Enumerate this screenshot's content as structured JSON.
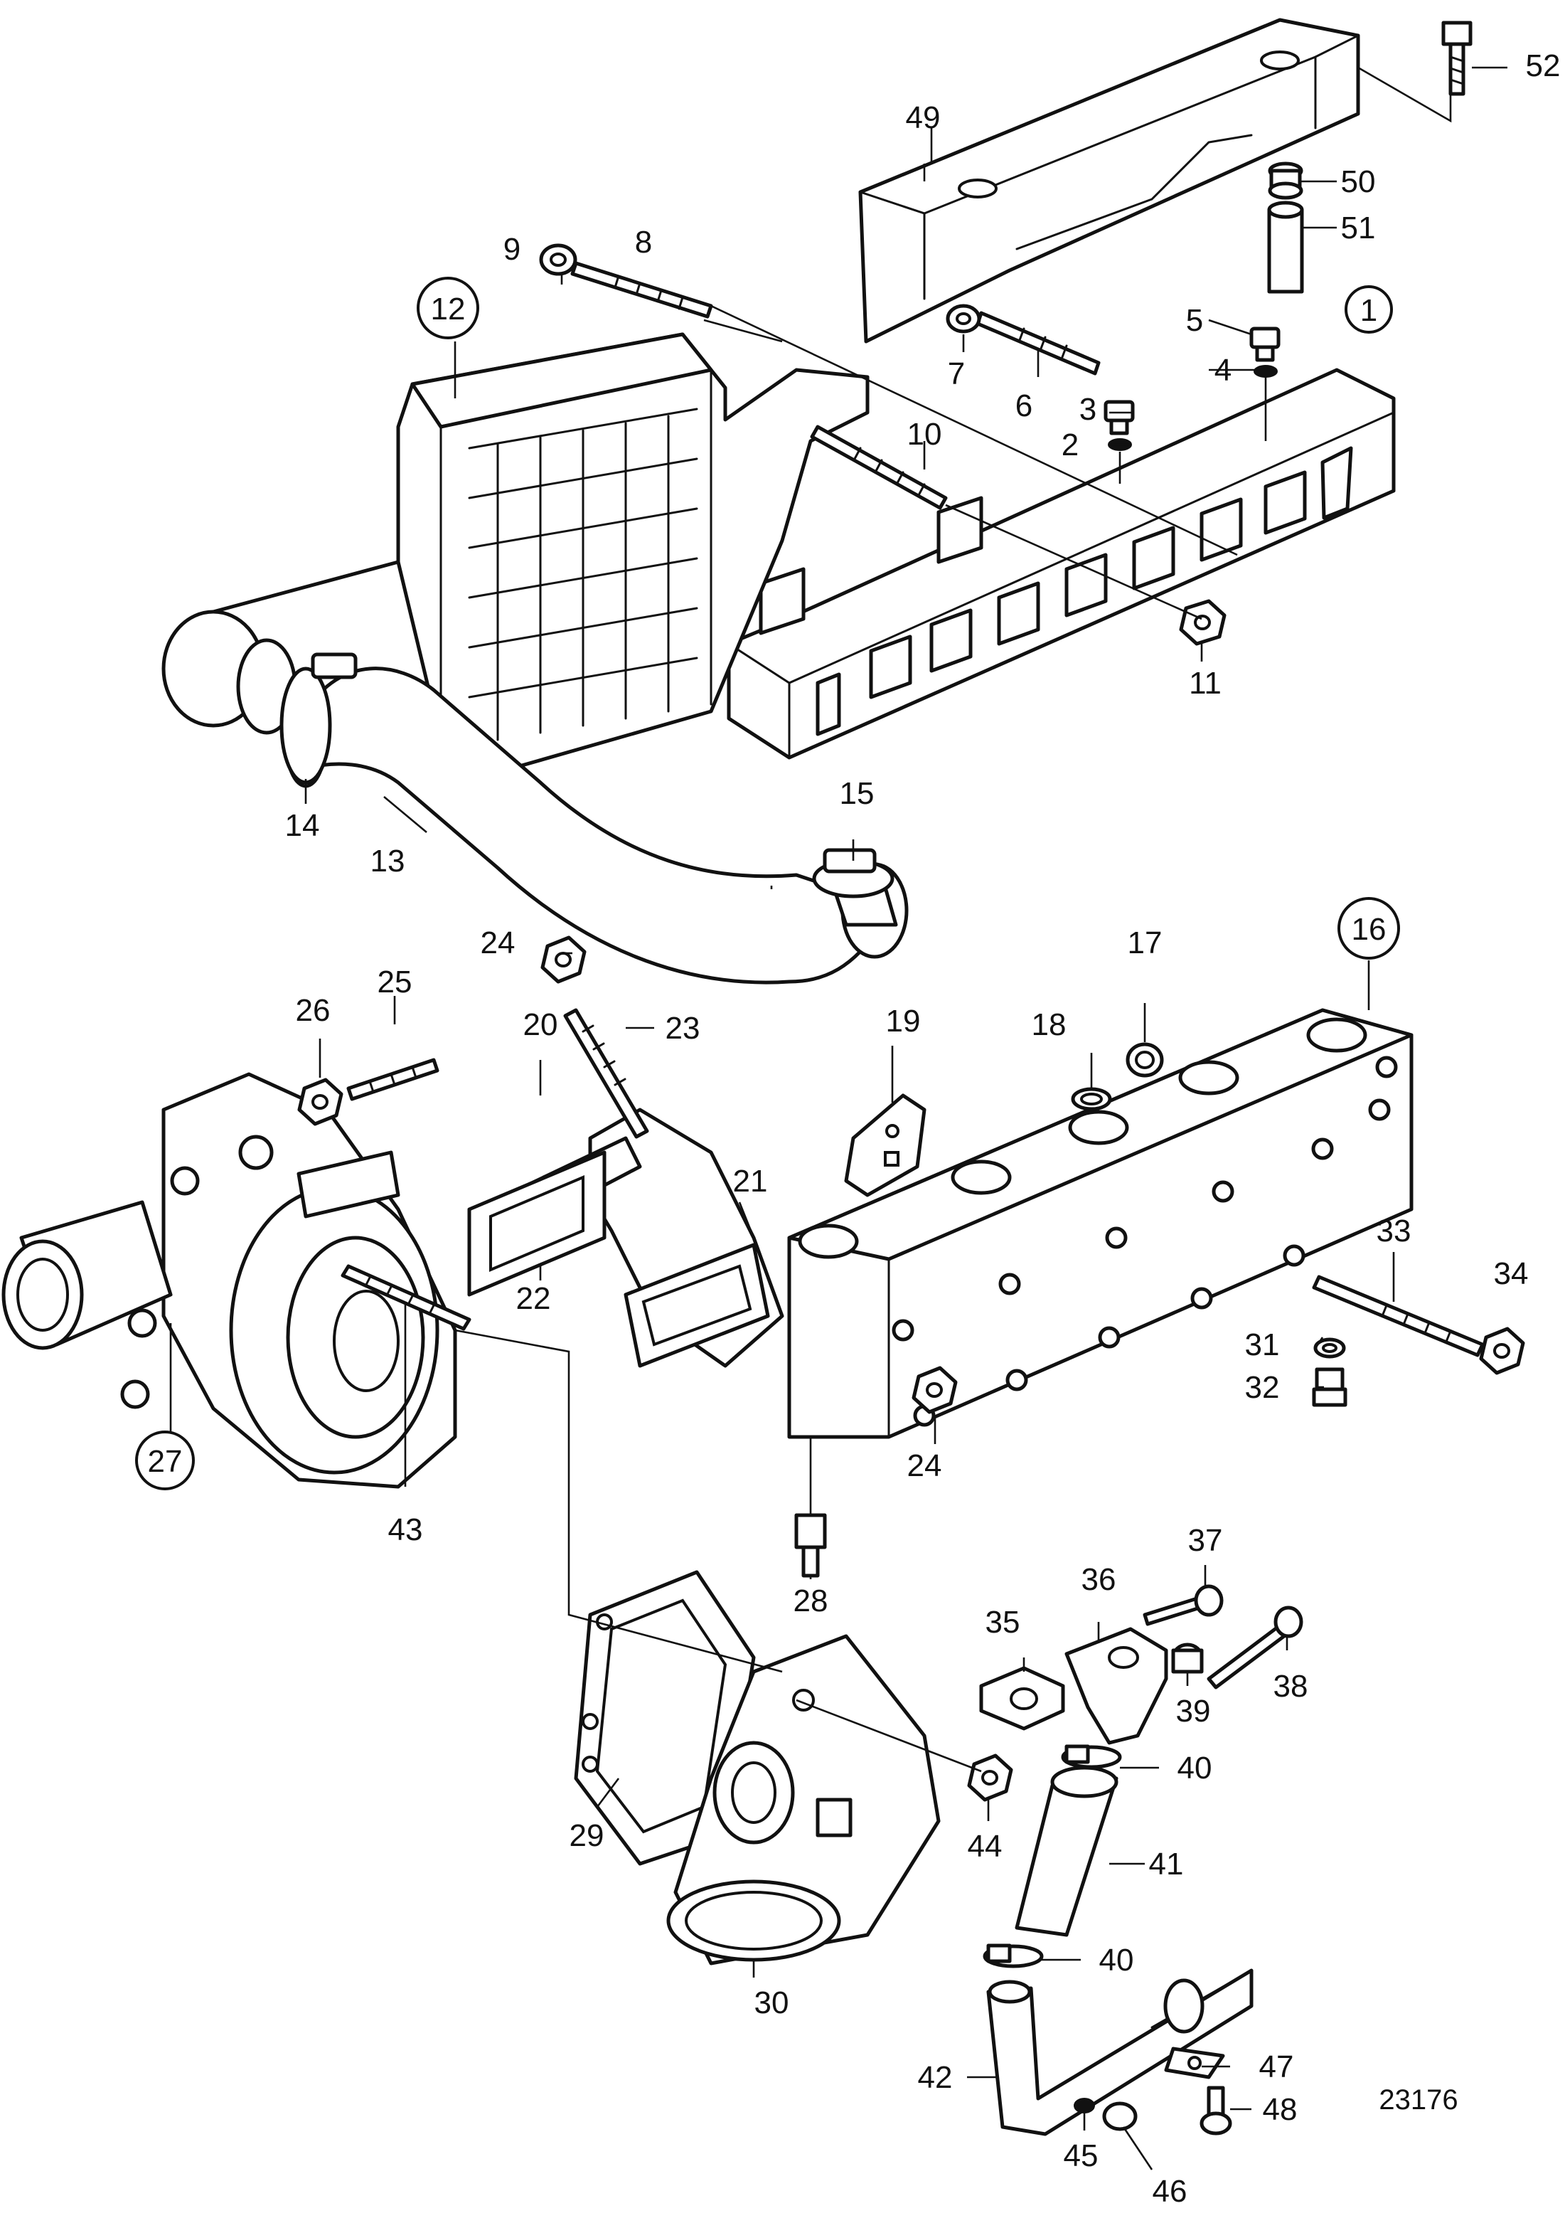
{
  "diagram": {
    "reference_number": "23176",
    "callouts": [
      {
        "id": "c1",
        "label": "1",
        "circled": true
      },
      {
        "id": "c2",
        "label": "2",
        "circled": false
      },
      {
        "id": "c3",
        "label": "3",
        "circled": false
      },
      {
        "id": "c4",
        "label": "4",
        "circled": false
      },
      {
        "id": "c5",
        "label": "5",
        "circled": false
      },
      {
        "id": "c6",
        "label": "6",
        "circled": false
      },
      {
        "id": "c7",
        "label": "7",
        "circled": false
      },
      {
        "id": "c8",
        "label": "8",
        "circled": false
      },
      {
        "id": "c9",
        "label": "9",
        "circled": false
      },
      {
        "id": "c10",
        "label": "10",
        "circled": false
      },
      {
        "id": "c11",
        "label": "11",
        "circled": false
      },
      {
        "id": "c12",
        "label": "12",
        "circled": true
      },
      {
        "id": "c13",
        "label": "13",
        "circled": false
      },
      {
        "id": "c14",
        "label": "14",
        "circled": false
      },
      {
        "id": "c15",
        "label": "15",
        "circled": false
      },
      {
        "id": "c16",
        "label": "16",
        "circled": true
      },
      {
        "id": "c17",
        "label": "17",
        "circled": false
      },
      {
        "id": "c18",
        "label": "18",
        "circled": false
      },
      {
        "id": "c19",
        "label": "19",
        "circled": false
      },
      {
        "id": "c20",
        "label": "20",
        "circled": false
      },
      {
        "id": "c21",
        "label": "21",
        "circled": false
      },
      {
        "id": "c22",
        "label": "22",
        "circled": false
      },
      {
        "id": "c23",
        "label": "23",
        "circled": false
      },
      {
        "id": "c24a",
        "label": "24",
        "circled": false
      },
      {
        "id": "c24b",
        "label": "24",
        "circled": false
      },
      {
        "id": "c25",
        "label": "25",
        "circled": false
      },
      {
        "id": "c26",
        "label": "26",
        "circled": false
      },
      {
        "id": "c27",
        "label": "27",
        "circled": true
      },
      {
        "id": "c28",
        "label": "28",
        "circled": false
      },
      {
        "id": "c29",
        "label": "29",
        "circled": false
      },
      {
        "id": "c30",
        "label": "30",
        "circled": false
      },
      {
        "id": "c31",
        "label": "31",
        "circled": false
      },
      {
        "id": "c32",
        "label": "32",
        "circled": false
      },
      {
        "id": "c33",
        "label": "33",
        "circled": false
      },
      {
        "id": "c34",
        "label": "34",
        "circled": false
      },
      {
        "id": "c35",
        "label": "35",
        "circled": false
      },
      {
        "id": "c36",
        "label": "36",
        "circled": false
      },
      {
        "id": "c37",
        "label": "37",
        "circled": false
      },
      {
        "id": "c38",
        "label": "38",
        "circled": false
      },
      {
        "id": "c39",
        "label": "39",
        "circled": false
      },
      {
        "id": "c40a",
        "label": "40",
        "circled": false
      },
      {
        "id": "c40b",
        "label": "40",
        "circled": false
      },
      {
        "id": "c41",
        "label": "41",
        "circled": false
      },
      {
        "id": "c42",
        "label": "42",
        "circled": false
      },
      {
        "id": "c43",
        "label": "43",
        "circled": false
      },
      {
        "id": "c44",
        "label": "44",
        "circled": false
      },
      {
        "id": "c45",
        "label": "45",
        "circled": false
      },
      {
        "id": "c46",
        "label": "46",
        "circled": false
      },
      {
        "id": "c47",
        "label": "47",
        "circled": false
      },
      {
        "id": "c48",
        "label": "48",
        "circled": false
      },
      {
        "id": "c49",
        "label": "49",
        "circled": false
      },
      {
        "id": "c50",
        "label": "50",
        "circled": false
      },
      {
        "id": "c51",
        "label": "51",
        "circled": false
      },
      {
        "id": "c52",
        "label": "52",
        "circled": false
      }
    ]
  }
}
